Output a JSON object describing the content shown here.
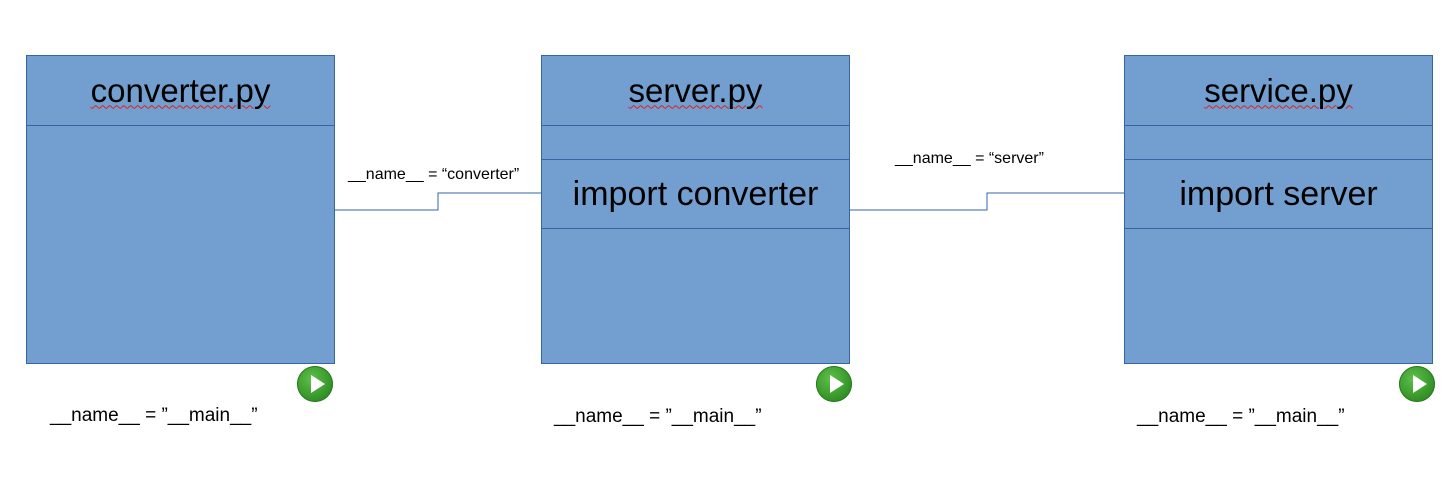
{
  "modules": [
    {
      "id": "converter",
      "title": "converter.py",
      "import": null,
      "main_label": "__name__ = ”__main__”"
    },
    {
      "id": "server",
      "title": "server.py",
      "import": "import converter",
      "main_label": "__name__ = ”__main__”"
    },
    {
      "id": "service",
      "title": "service.py",
      "import": "import server",
      "main_label": "__name__ = ”__main__”"
    }
  ],
  "connectors": [
    {
      "from": "converter",
      "to": "server",
      "label": "__name__ = “converter”"
    },
    {
      "from": "server",
      "to": "service",
      "label": "__name__ = “server”"
    }
  ],
  "icons": {
    "run": "play-icon"
  },
  "colors": {
    "box_fill": "#729fcf",
    "box_border": "#3465a4",
    "run_button": "#3a9a2c",
    "spellcheck_underline": "#e0201b"
  }
}
